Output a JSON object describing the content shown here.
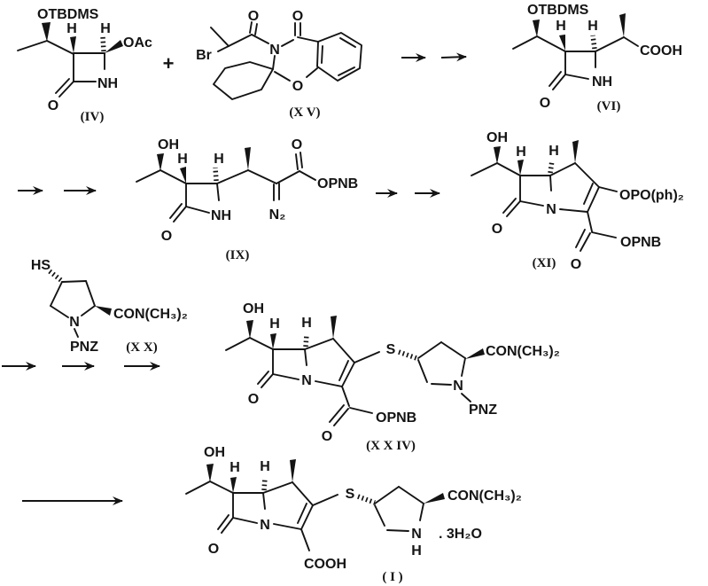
{
  "operators": {
    "plus": "+"
  },
  "compounds": {
    "iv": {
      "tag": "(IV)",
      "labels": {
        "otbdms": "OTBDMS",
        "h3": "H",
        "h4": "H",
        "oac": "OAc",
        "nh": "NH",
        "o_keto": "O"
      }
    },
    "xv": {
      "tag": "(X V)",
      "labels": {
        "o_acyl": "O",
        "o_keto": "O",
        "br": "Br",
        "n": "N",
        "o_ring": "O"
      }
    },
    "vi": {
      "tag": "(VI)",
      "labels": {
        "otbdms": "OTBDMS",
        "h3": "H",
        "h4": "H",
        "cooh": "COOH",
        "nh": "NH",
        "o_keto": "O"
      }
    },
    "ix": {
      "tag": "(IX)",
      "labels": {
        "oh": "OH",
        "h3": "H",
        "h4": "H",
        "o_ester": "O",
        "opnb": "OPNB",
        "n2": "N₂",
        "nh": "NH",
        "o_keto": "O"
      }
    },
    "xi": {
      "tag": "(XI)",
      "labels": {
        "oh": "OH",
        "h6": "H",
        "h5": "H",
        "opoph2": "OPO(ph)₂",
        "n": "N",
        "o_keto": "O",
        "o_ester": "O",
        "opnb": "OPNB"
      }
    },
    "xx": {
      "tag": "(X X)",
      "labels": {
        "hs": "HS",
        "n": "N",
        "pnz": "PNZ",
        "amide": "CON(CH₃)₂"
      }
    },
    "xxiv": {
      "tag": "(X X IV)",
      "labels": {
        "oh": "OH",
        "h6": "H",
        "h5": "H",
        "s": "S",
        "n": "N",
        "o_keto": "O",
        "o_ester": "O",
        "opnb": "OPNB",
        "n_pyr": "N",
        "pnz": "PNZ",
        "amide": "CON(CH₃)₂"
      }
    },
    "i": {
      "tag": "( I )",
      "labels": {
        "oh": "OH",
        "h6": "H",
        "h5": "H",
        "s": "S",
        "n": "N",
        "o_keto": "O",
        "cooh": "COOH",
        "n_pyr": "N",
        "h_pyr": "H",
        "amide": "CON(CH₃)₂",
        "hydrate": ". 3H₂O"
      }
    }
  }
}
